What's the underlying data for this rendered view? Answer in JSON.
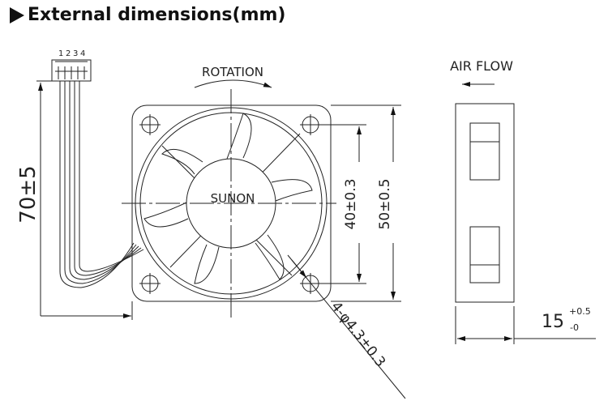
{
  "title": "External dimensions(mm)",
  "connector_pins": [
    "1",
    "2",
    "3",
    "4"
  ],
  "labels": {
    "rotation": "ROTATION",
    "air_flow": "AIR FLOW",
    "brand": "SUNON"
  },
  "dimensions": {
    "cable_length": "70±5",
    "hole_pitch": "40±0.3",
    "frame_size": "50±0.5",
    "hole_diameter": "4-φ4.3±0.3",
    "thickness": "15",
    "thickness_tol_upper": "+0.5",
    "thickness_tol_lower": "-0"
  }
}
